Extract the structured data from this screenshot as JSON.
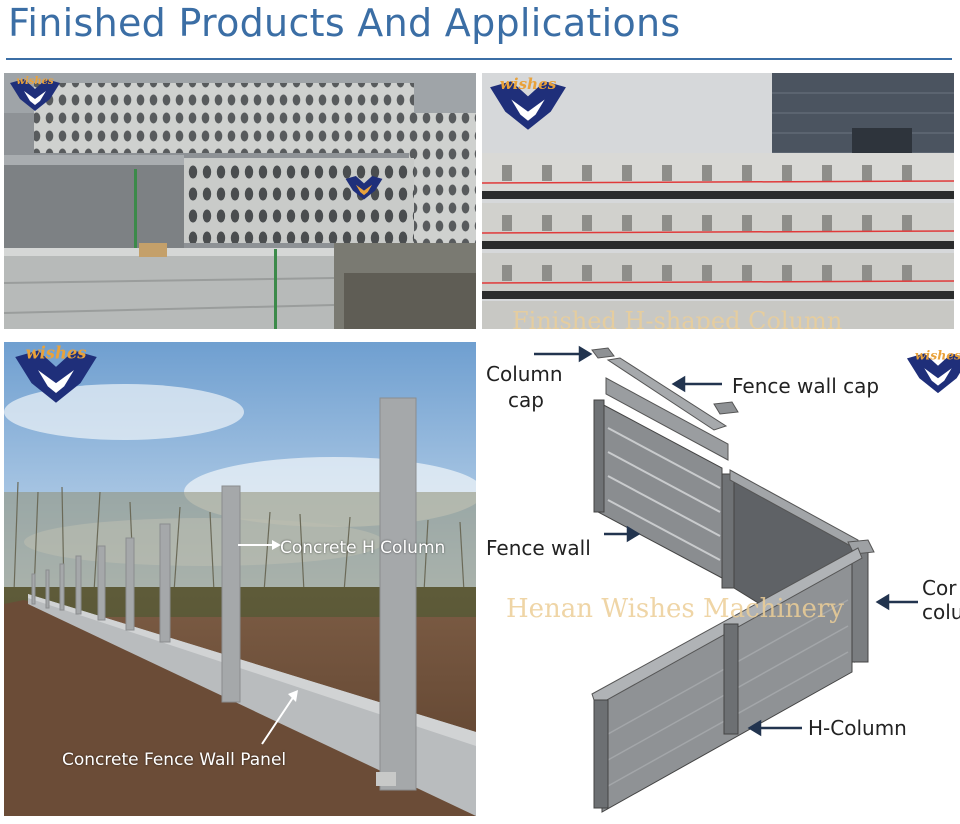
{
  "page": {
    "title": "Finished Products And Applications"
  },
  "logos": {
    "brand": "wishes"
  },
  "panels": {
    "p1": {},
    "p2": {
      "overlay_text": "Finished H-shaped Column"
    },
    "p3": {
      "label_column": "Concrete H Column",
      "label_panel": "Concrete Fence Wall Panel"
    },
    "p4": {
      "label_column_cap_1": "Column",
      "label_column_cap_2": "cap",
      "label_fence_cap": "Fence wall cap",
      "label_fence_wall": "Fence wall",
      "label_corner_1": "Cor",
      "label_corner_2": "colu",
      "label_hcolumn": "H-Column",
      "watermark": "Henan Wishes Machinery"
    }
  },
  "colors": {
    "accent": "#3b6ea5",
    "logo_blue": "#1f2f7a",
    "logo_orange": "#e9a23b"
  }
}
